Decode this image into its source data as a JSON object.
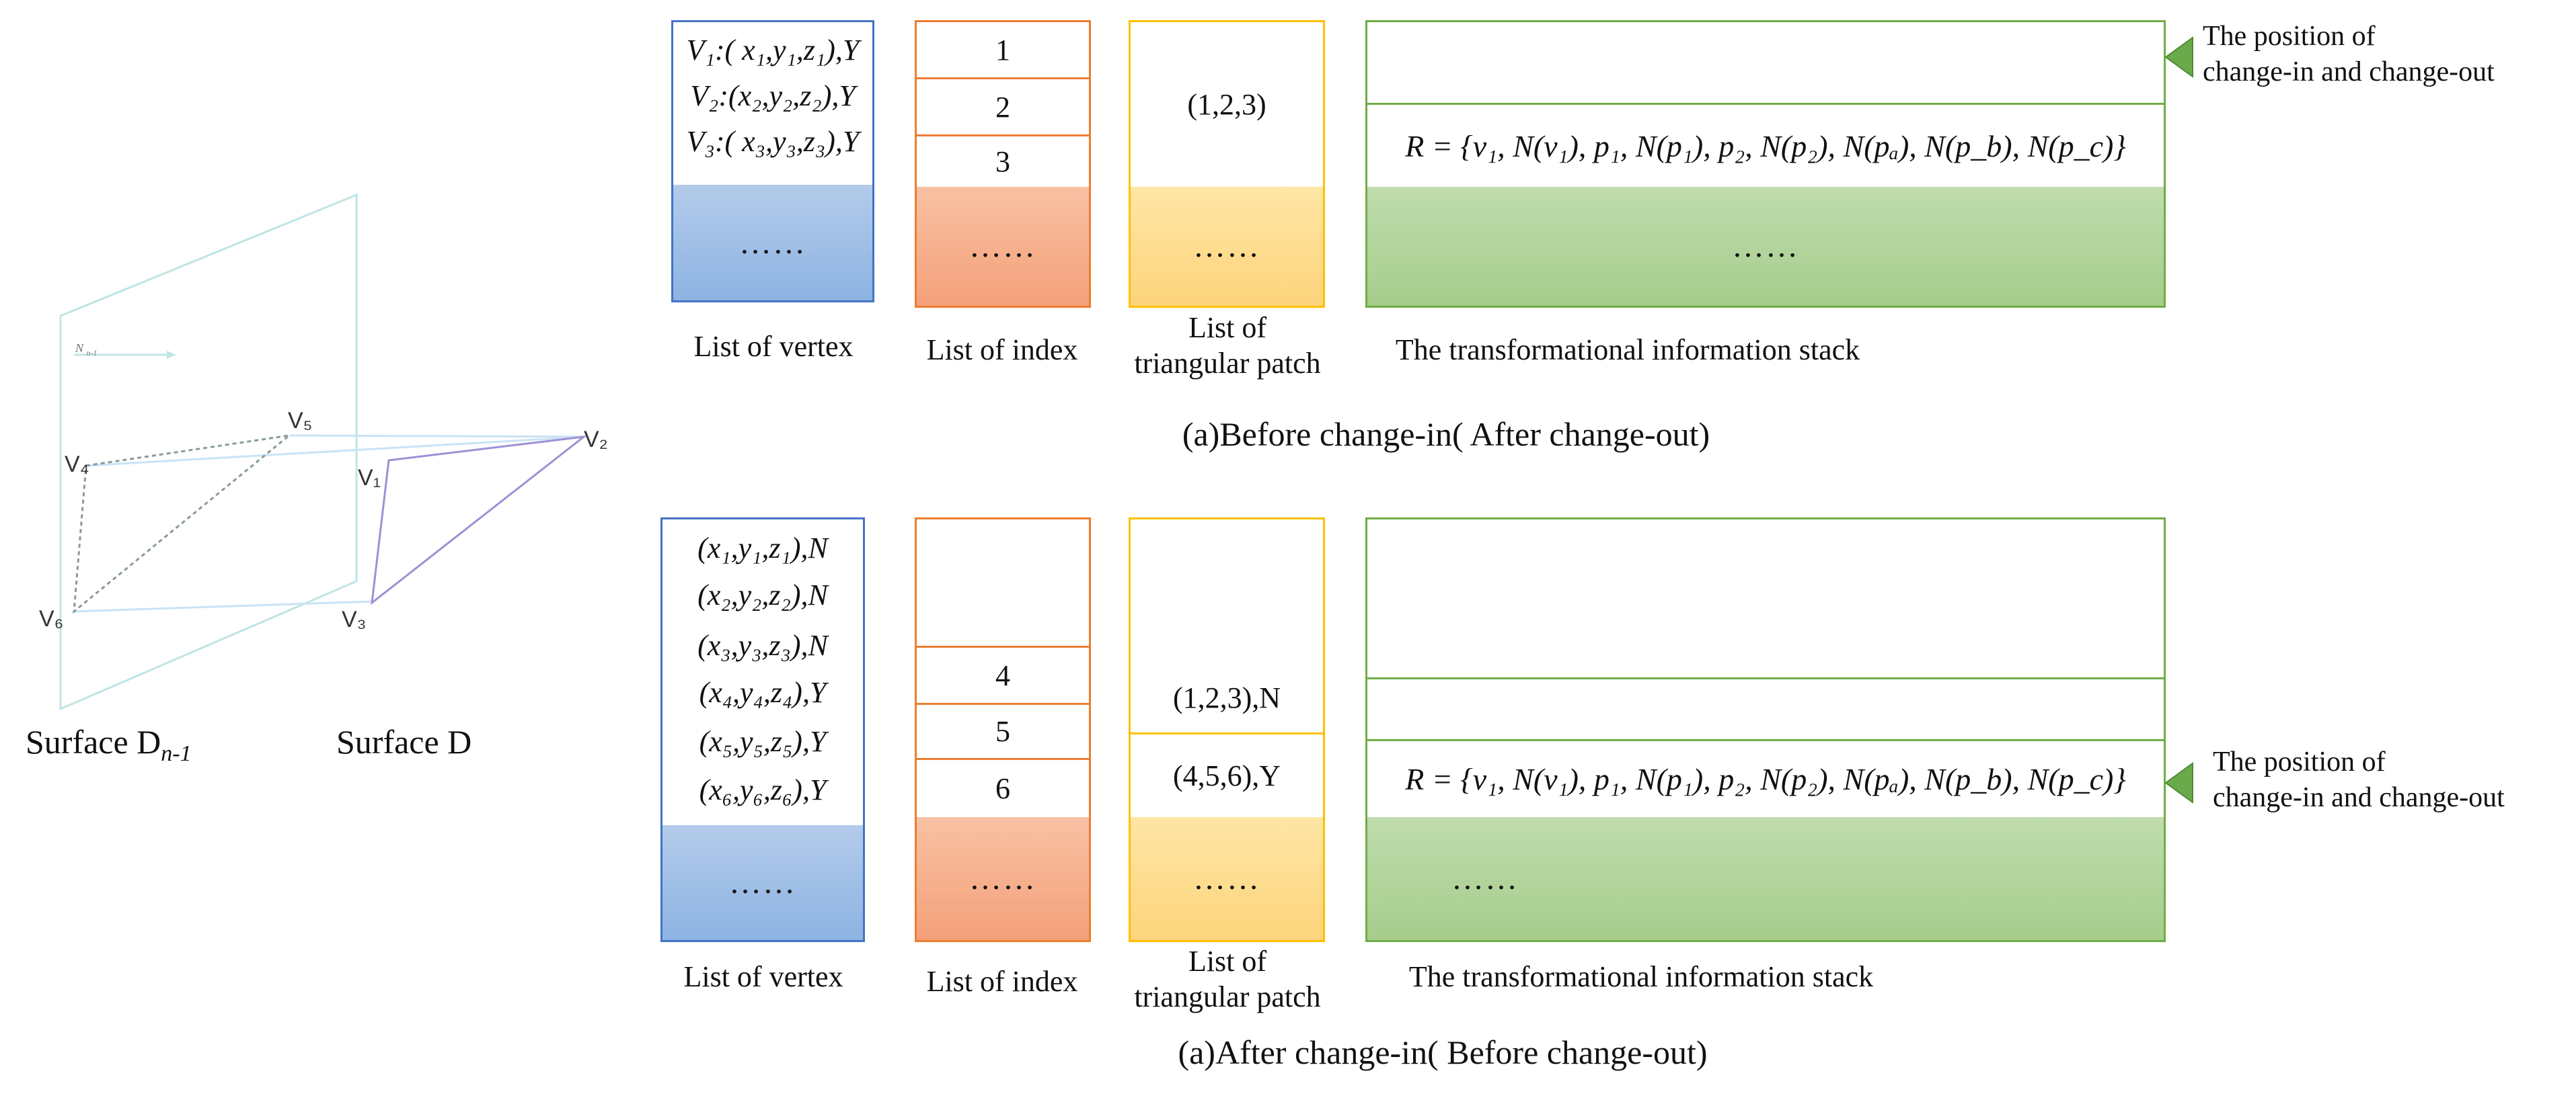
{
  "geometry": {
    "vertex_labels": [
      "V₁",
      "V₂",
      "V₃",
      "V₄",
      "V₅",
      "V₆"
    ],
    "normal_label": "N",
    "normal_sub": "n-1",
    "surface_prev_label": "Surface D",
    "surface_prev_sub": "n-1",
    "surface_curr_label": "Surface D"
  },
  "top": {
    "vertex_list": [
      "V₁:( x₁,y₁,z₁),Y",
      "V₂:(x₂,y₂,z₂),Y",
      "V₃:( x₃,y₃,z₃),Y"
    ],
    "index_list": [
      "1",
      "2",
      "3"
    ],
    "patch_list": [
      "(1,2,3)"
    ],
    "formula": "R = {v₁, N(v₁), p₁, N(p₁), p₂, N(p₂), N(pₐ), N(p_b), N(p_c)}",
    "dots": "……",
    "captions": {
      "vertex": "List of vertex",
      "index": "List of index",
      "patch_line1": "List of",
      "patch_line2": "triangular patch",
      "stack": "The transformational information stack"
    },
    "pointer_note_line1": "The position of",
    "pointer_note_line2": "change-in and change-out",
    "title": "(a)Before change-in( After change-out)"
  },
  "bottom": {
    "vertex_list": [
      "(x₁,y₁,z₁),N",
      "(x₂,y₂,z₂),N",
      "(x₃,y₃,z₃),N",
      "(x₄,y₄,z₄),Y",
      "(x₅,y₅,z₅),Y",
      "(x₆,y₆,z₆),Y"
    ],
    "index_list": [
      "4",
      "5",
      "6"
    ],
    "patch_list": [
      "(1,2,3),N",
      "(4,5,6),Y"
    ],
    "formula": "R = {v₁, N(v₁), p₁, N(p₁), p₂, N(p₂), N(pₐ), N(p_b), N(p_c)}",
    "dots": "……",
    "captions": {
      "vertex": "List of vertex",
      "index": "List of index",
      "patch_line1": "List of",
      "patch_line2": "triangular patch",
      "stack": "The transformational information stack"
    },
    "pointer_note_line1": "The position of",
    "pointer_note_line2": "change-in and change-out",
    "title": "(a)After change-in( Before change-out)"
  }
}
